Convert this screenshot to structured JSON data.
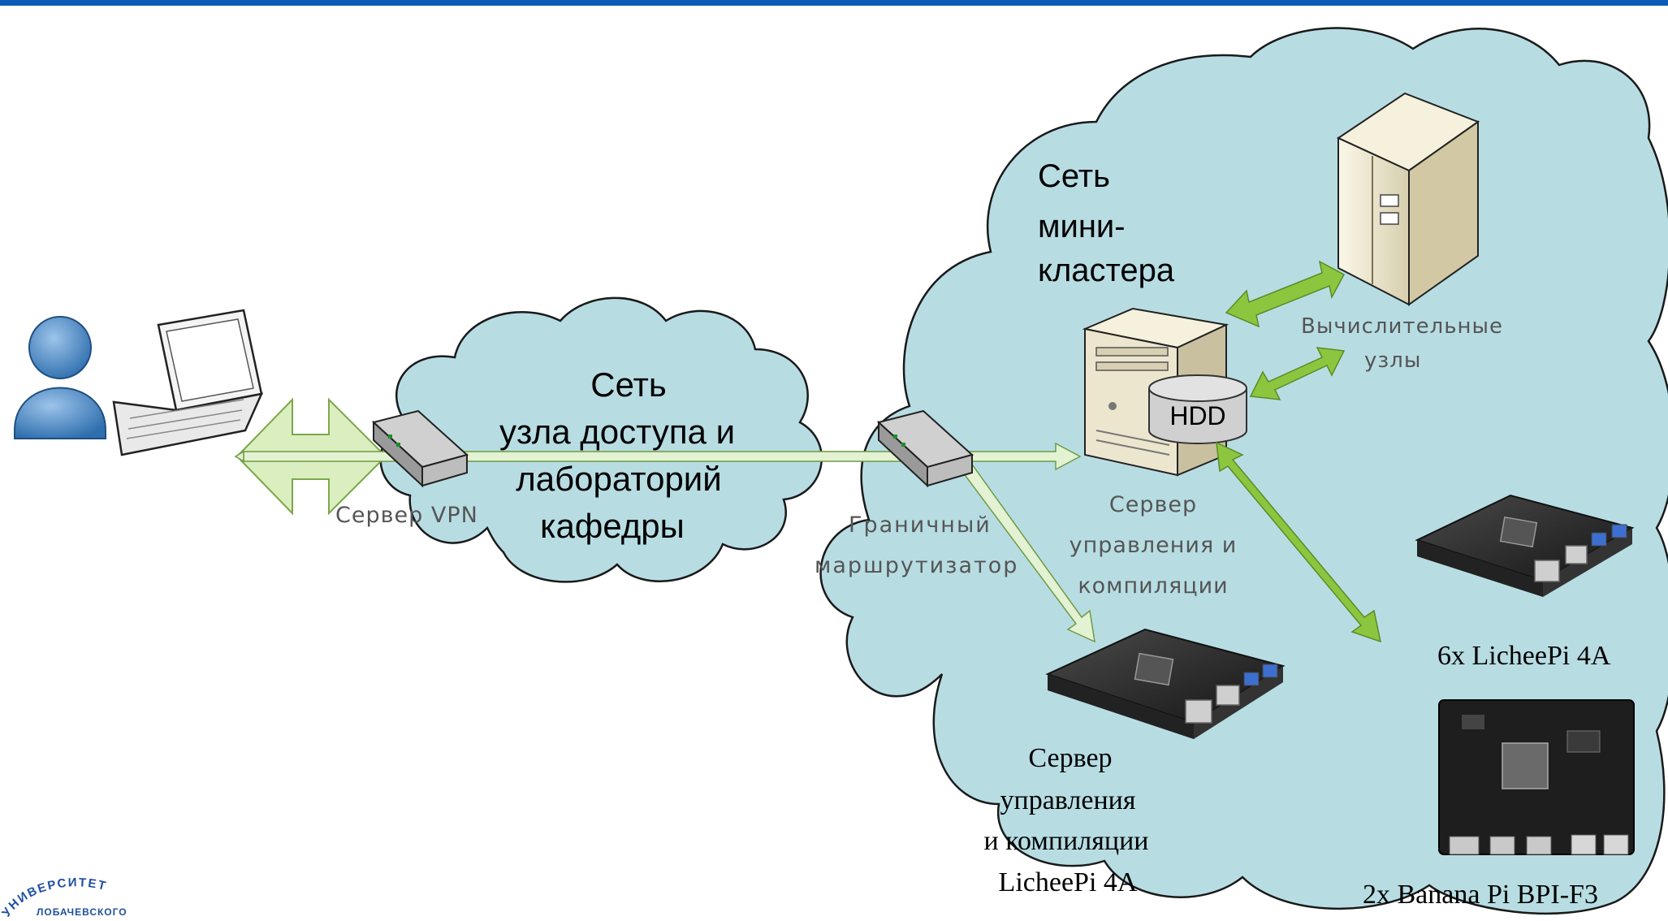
{
  "colors": {
    "top_bar": "#0a5cb8",
    "cloud_fill": "#b7dde3",
    "cloud_stroke": "#1a1a1a",
    "arrow_green": "#8cc63f",
    "arrow_pale": "#dbeec0",
    "server_beige": "#ece6cf"
  },
  "icons": {
    "user": "user-icon",
    "laptop": "laptop-icon",
    "router": "router-icon",
    "server_tower": "server-tower-icon",
    "server_rack": "server-rack-icon",
    "disk": "hdd-cylinder-icon",
    "board": "single-board-computer-icon",
    "logo": "university-seal-logo"
  },
  "clouds": {
    "access_label": [
      "Сеть",
      "узла доступа и",
      "лабораторий",
      "кафедры"
    ],
    "cluster_label": [
      "Сеть",
      "мини-",
      "кластера"
    ]
  },
  "labels": {
    "vpn_server": "Сервер VPN",
    "border_router": [
      "Граничный",
      "маршрутизатор"
    ],
    "compute_nodes": [
      "Вычислительные",
      "узлы"
    ],
    "mgmt_server": [
      "Сервер",
      "управления и",
      "компиляции"
    ],
    "hdd": "HDD",
    "lichee_mgmt": [
      "Сервер",
      "управления",
      "и компиляции",
      "LicheePi 4A"
    ],
    "lichee_nodes": "6x LicheePi 4A",
    "banana_nodes": "2x Banana Pi BPI-F3"
  },
  "logo": {
    "text_top": "УНИВЕРСИТЕТ",
    "text_bottom": "ЛОБАЧЕВСКОГО"
  }
}
